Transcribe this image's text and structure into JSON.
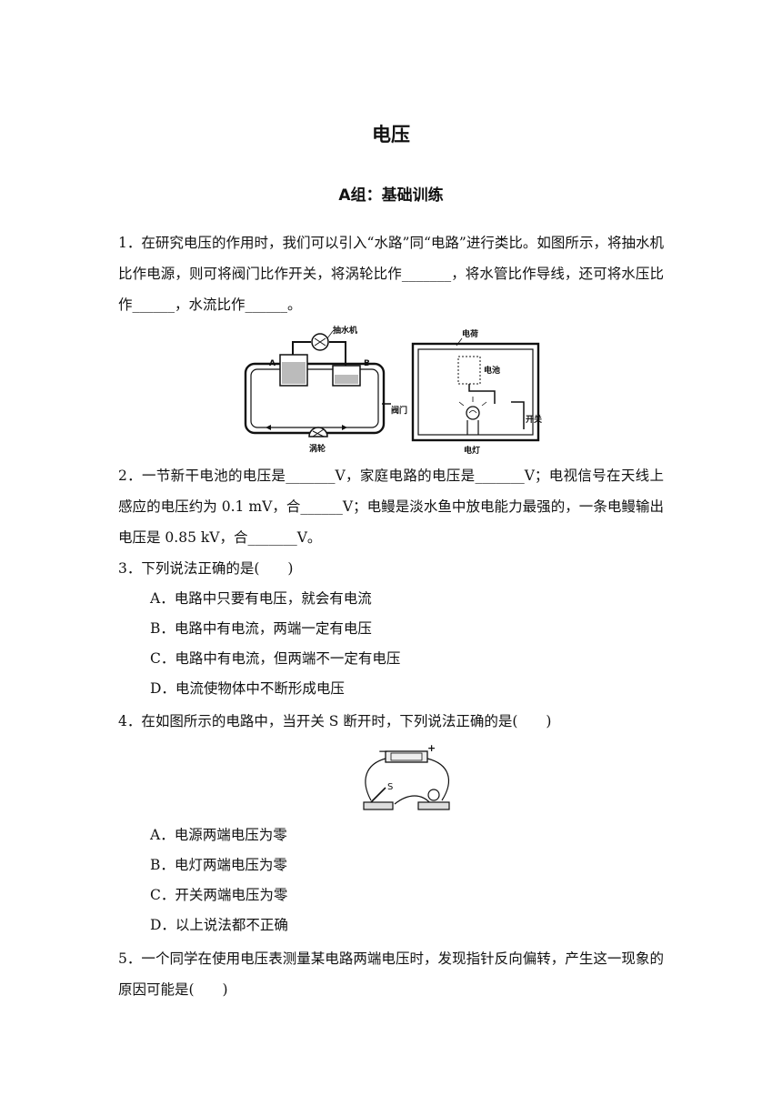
{
  "title": "电压",
  "section": "A组：基础训练",
  "q1": {
    "text": "1．在研究电压的作用时，我们可以引入“水路”同“电路”进行类比。如图所示，将抽水机比作电源，则可将阀门比作开关，将涡轮比作_______，将水管比作导线，还可将水压比作______，水流比作______。",
    "figure": {
      "pump": "抽水机",
      "a": "A",
      "b": "B",
      "valve": "阀门",
      "turbine": "涡轮",
      "charge": "电荷",
      "battery": "电池",
      "switch": "开关",
      "lamp": "电灯"
    }
  },
  "q2": {
    "text": "2．一节新干电池的电压是_______V，家庭电路的电压是_______V；电视信号在天线上感应的电压约为 0.1 mV，合______V；电鳗是淡水鱼中放电能力最强的，一条电鳗输出电压是 0.85 kV，合_______V。"
  },
  "q3": {
    "stem": "3．下列说法正确的是(　　)",
    "options": [
      "A．电路中只要有电压，就会有电流",
      "B．电路中有电流，两端一定有电压",
      "C．电路中有电流，但两端不一定有电压",
      "D．电流使物体中不断形成电压"
    ]
  },
  "q4": {
    "stem": "4．在如图所示的电路中，当开关 S 断开时，下列说法正确的是(　　)",
    "figure": {
      "minus": "－",
      "plus": "+",
      "s": "S"
    },
    "options": [
      "A．电源两端电压为零",
      "B．电灯两端电压为零",
      "C．开关两端电压为零",
      "D．以上说法都不正确"
    ]
  },
  "q5": {
    "stem": "5．一个同学在使用电压表测量某电路两端电压时，发现指针反向偏转，产生这一现象的原因可能是(　　)"
  }
}
